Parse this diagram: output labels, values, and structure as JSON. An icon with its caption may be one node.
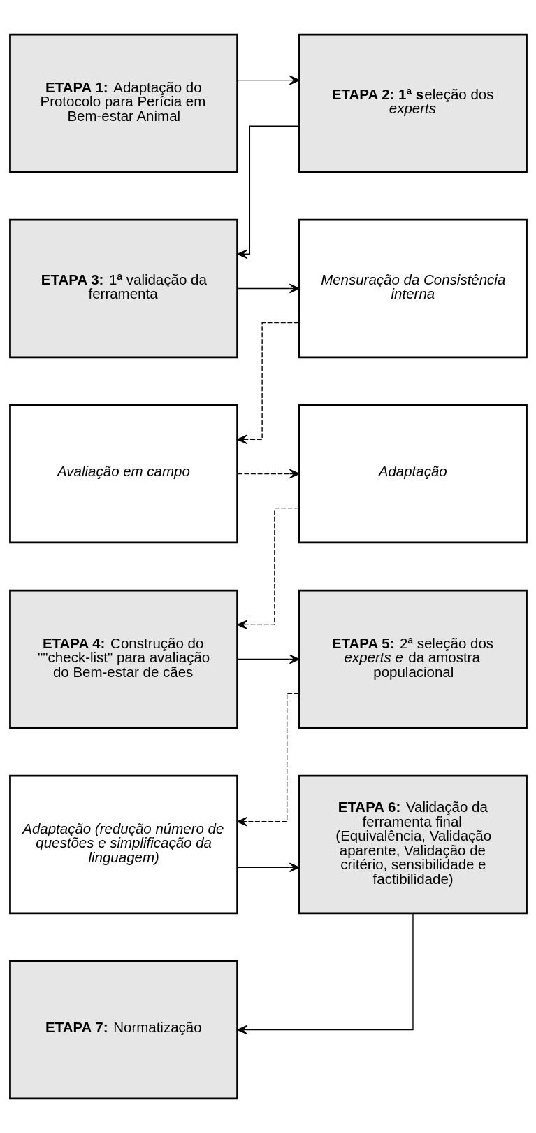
{
  "diagram": {
    "nodes": [
      {
        "text": [
          "**ETAPA 1:** Adaptação do Protocolo para Perícia em Bem-estar Animal"
        ]
      },
      {
        "text": [
          "**ETAPA 2: 1ª s**eleção dos *experts*"
        ]
      },
      {
        "text": [
          "**ETAPA 3:** 1ª validação da ferramenta"
        ]
      },
      {
        "text": [
          "Mensuração da Consistência interna"
        ]
      },
      {
        "text": [
          "Avaliação em campo"
        ]
      },
      {
        "text": [
          "Adaptação"
        ]
      },
      {
        "text": [
          "**ETAPA 4:** Construção do \"\"check-list\" para avaliação do Bem-estar de cães"
        ]
      },
      {
        "text": [
          "**ETAPA 5:** 2ª seleção dos *experts e* da amostra populacional"
        ]
      },
      {
        "text": [
          "Adaptação (redução número de questões e simplificação da linguagem)"
        ]
      },
      {
        "text": [
          "**ETAPA 6:** Validação da ferramenta final (Equivalência, Validação aparente, Validação de critério, sensibilidade e factibilidade)"
        ]
      },
      {
        "text": [
          "**ETAPA 7:** Normatização"
        ]
      }
    ],
    "edges": [
      {
        "from": 0,
        "to": 1,
        "arrow": "to"
      },
      {
        "from": 1,
        "to": 2,
        "arrow": "to"
      },
      {
        "from": 2,
        "to": 3,
        "arrow": "to"
      },
      {
        "from": 3,
        "to": 4,
        "arrow": "to",
        "style": "dashed"
      },
      {
        "from": 4,
        "to": 5,
        "arrow": "to",
        "style": "dashed"
      },
      {
        "from": 5,
        "to": 6,
        "arrow": "to",
        "style": "dashed"
      },
      {
        "from": 6,
        "to": 7,
        "arrow": "to"
      },
      {
        "from": 7,
        "to": 8,
        "arrow": "to",
        "style": "dashed"
      },
      {
        "from": 8,
        "to": 9,
        "arrow": "to"
      },
      {
        "from": 9,
        "to": 10,
        "arrow": "to"
      }
    ]
  }
}
